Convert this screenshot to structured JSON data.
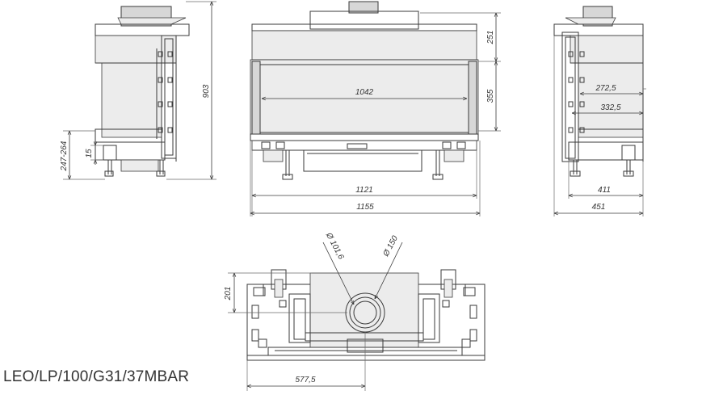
{
  "model_code": "LEO/LP/100/G31/37MBAR",
  "dimensions": {
    "height_total": "903",
    "height_leg_range": "247-264",
    "leg_offset": "15",
    "top_section": "251",
    "glass_height": "355",
    "glass_width": "1042",
    "front_inner_width": "1121",
    "front_total_width": "1155",
    "side_glass_depth": "272,5",
    "side_inner_depth": "332,5",
    "side_base_depth": "411",
    "side_total_depth": "451",
    "flue_inner_diameter": "Ø 101,6",
    "flue_outer_diameter": "Ø 150",
    "flue_offset": "201",
    "flue_center_distance": "577,5"
  }
}
